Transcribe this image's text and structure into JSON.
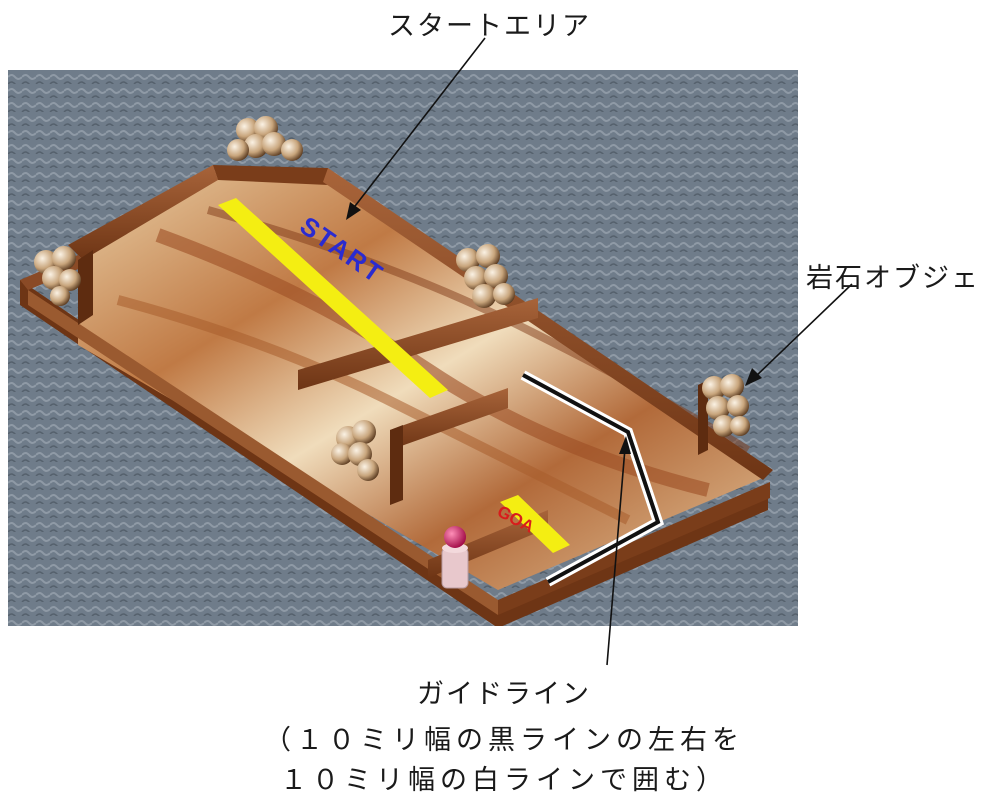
{
  "callouts": {
    "start_area": "スタートエリア",
    "rock_object": "岩石オブジェ",
    "guide_line_title": "ガイドライン",
    "guide_line_note_1": "（１０ミリ幅の黒ラインの左右を",
    "guide_line_note_2": "１０ミリ幅の白ラインで囲む）"
  },
  "board": {
    "start_text": "START",
    "goal_text": "GOA"
  },
  "colors": {
    "background_texture": "#6f7c8a",
    "wood_frame": "#8a4a26",
    "start_line": "#f4ee12",
    "start_text": "#2b2bd0",
    "goal_text": "#d81c1c",
    "guide_black": "#111111",
    "guide_white": "#ffffff",
    "peg_head": "#d4105e",
    "peg_body": "#e8c8cc"
  }
}
